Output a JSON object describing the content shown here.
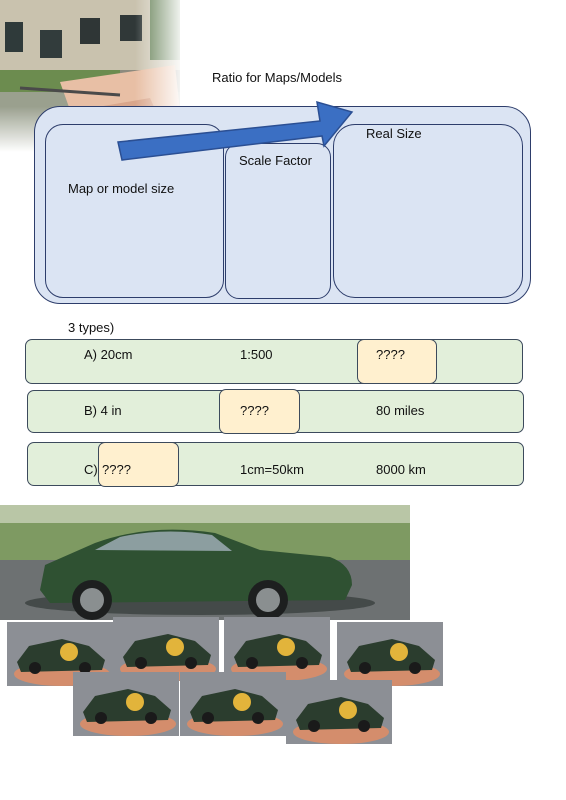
{
  "diagram": {
    "title": "Ratio for Maps/Models",
    "left_box": "Map or model size",
    "middle_box": "Scale Factor",
    "right_box": "Real Size"
  },
  "intro": "3 types)",
  "rows": [
    {
      "label": "A)  20cm",
      "scale": "1:500",
      "real": "????"
    },
    {
      "label": "B) 4 in",
      "scale": "????",
      "real": "80 miles"
    },
    {
      "label": "C)",
      "model": "????",
      "scale": "1cm=50km",
      "real": "8000 km"
    }
  ],
  "colors": {
    "panel_fill": "#dbe4f3",
    "panel_border": "#2d3d6b",
    "arrow": "#3b6fc3",
    "row_fill": "#e2efda",
    "unknown_fill": "#fff0cf"
  },
  "images": [
    "model-house-photo",
    "green-car-photo",
    "toy-car-in-hand-photo"
  ]
}
